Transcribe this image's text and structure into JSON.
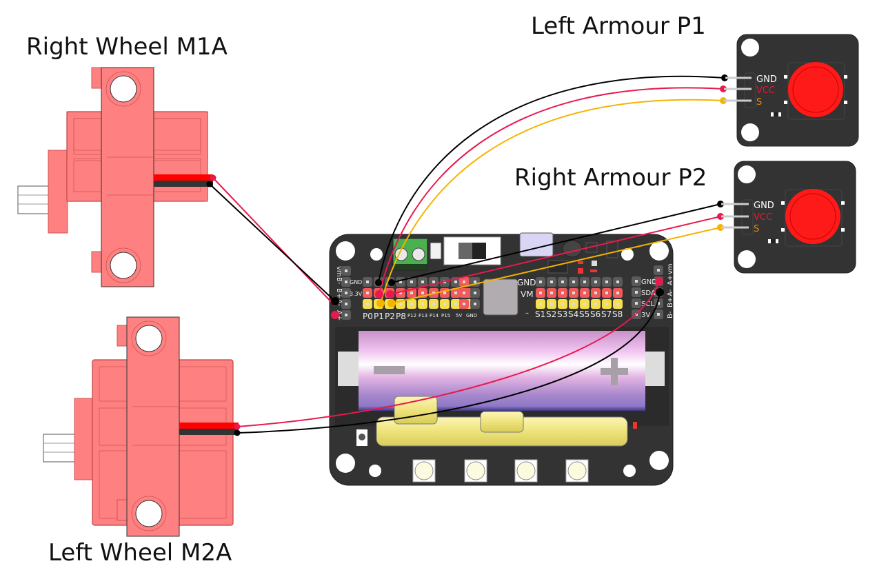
{
  "labels": {
    "right_wheel": "Right Wheel M1A",
    "left_wheel": "Left Wheel M2A",
    "left_armour": "Left Armour P1",
    "right_armour": "Right Armour P2"
  },
  "button_module_pins": {
    "gnd": "GND",
    "vcc": "VCC",
    "s": "S"
  },
  "board": {
    "left_motor_header": [
      "vm",
      "B-",
      "B+",
      "A-",
      "A+"
    ],
    "right_motor_header": [
      "B-",
      "B+",
      "A-",
      "A+",
      "vm"
    ],
    "left_row_labels": [
      "GND",
      "3.3V"
    ],
    "pin_labels_big": [
      "P0",
      "P1",
      "P2",
      "P8"
    ],
    "pin_labels_small": [
      "P12",
      "P13",
      "P14",
      "P15"
    ],
    "power_labels": [
      "5V",
      "GND"
    ],
    "servo_row_labels": [
      "GND",
      "VM"
    ],
    "servo_dash": "–",
    "servo_labels": [
      "S1",
      "S2",
      "S3",
      "S4",
      "S5",
      "S6",
      "S7",
      "S8"
    ],
    "i2c_labels": [
      "GND",
      "SDA",
      "SCL",
      "3V"
    ]
  },
  "colors": {
    "wire_gnd": "#000000",
    "wire_vcc": "#e8194f",
    "wire_signal": "#f5b400",
    "motor_body": "#ff8080",
    "board_bg": "#333333",
    "header_red": "#f05a5a",
    "header_yellow": "#f5e04a",
    "header_gray": "#5a5a5a",
    "button_red": "#ff1a1a",
    "vcc_text": "#e8192c",
    "s_text": "#e88a10"
  }
}
